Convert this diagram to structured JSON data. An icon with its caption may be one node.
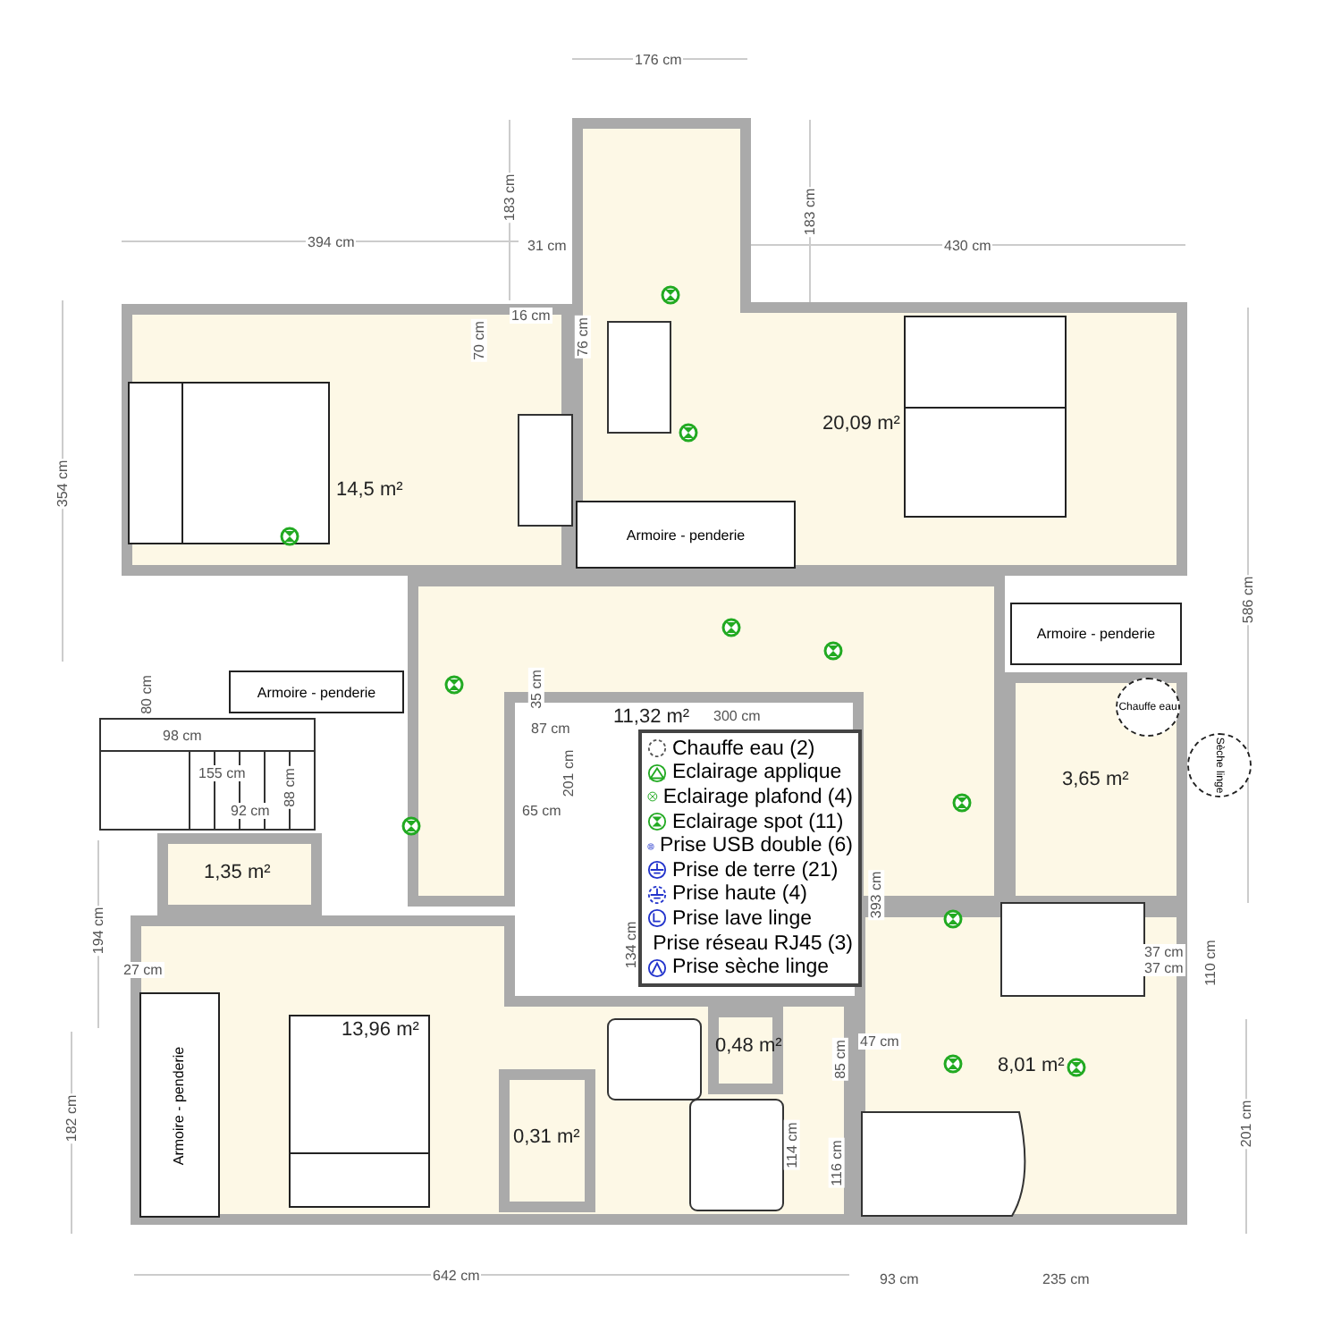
{
  "diagram": {
    "nodes": [
      {
        "text": [
          "14,5 m²"
        ]
      },
      {
        "text": [
          "20,09 m²"
        ]
      },
      {
        "text": [
          "11,32 m²"
        ]
      },
      {
        "text": [
          "3,65 m²"
        ]
      },
      {
        "text": [
          "1,35 m²"
        ]
      },
      {
        "text": [
          "13,96 m²"
        ]
      },
      {
        "text": [
          "0,48 m²"
        ],
        "in": 5
      },
      {
        "text": [
          "0,31 m²"
        ],
        "in": 5
      },
      {
        "text": [
          "8,01 m²"
        ]
      },
      {
        "text": [
          "Armoire - penderie"
        ],
        "in": 1
      },
      {
        "text": [
          "Armoire - penderie"
        ]
      },
      {
        "text": [
          "Armoire - penderie"
        ]
      },
      {
        "text": [
          "Armoire - penderie"
        ],
        "in": 5
      },
      {
        "text": [
          "Chauffe eau"
        ],
        "in": 3
      },
      {
        "text": [
          "Sèche linge"
        ]
      }
    ],
    "labels": [
      "176 cm",
      "183 cm",
      "394 cm",
      "31 cm",
      "183 cm",
      "430 cm",
      "16 cm",
      "70 cm",
      "76 cm",
      "354 cm",
      "586 cm",
      "80 cm",
      "98 cm",
      "155 cm",
      "88 cm",
      "92 cm",
      "35 cm",
      "87 cm",
      "201 cm",
      "65 cm",
      "300 cm",
      "393 cm",
      "194 cm",
      "134 cm",
      "27 cm",
      "182 cm",
      "642 cm",
      "85 cm",
      "47 cm",
      "114 cm",
      "116 cm",
      "37 cm",
      "37 cm",
      "110 cm",
      "201 cm",
      "93 cm",
      "235 cm"
    ],
    "legend": [
      {
        "text": "Chauffe eau (2)"
      },
      {
        "text": "Eclairage applique"
      },
      {
        "text": "Eclairage plafond (4)"
      },
      {
        "text": "Eclairage spot (11)"
      },
      {
        "text": "Prise USB double (6)"
      },
      {
        "text": "Prise de terre (21)"
      },
      {
        "text": "Prise haute (4)"
      },
      {
        "text": "Prise lave linge"
      },
      {
        "text": "Prise réseau RJ45 (3)"
      },
      {
        "text": "Prise sèche linge"
      }
    ]
  }
}
